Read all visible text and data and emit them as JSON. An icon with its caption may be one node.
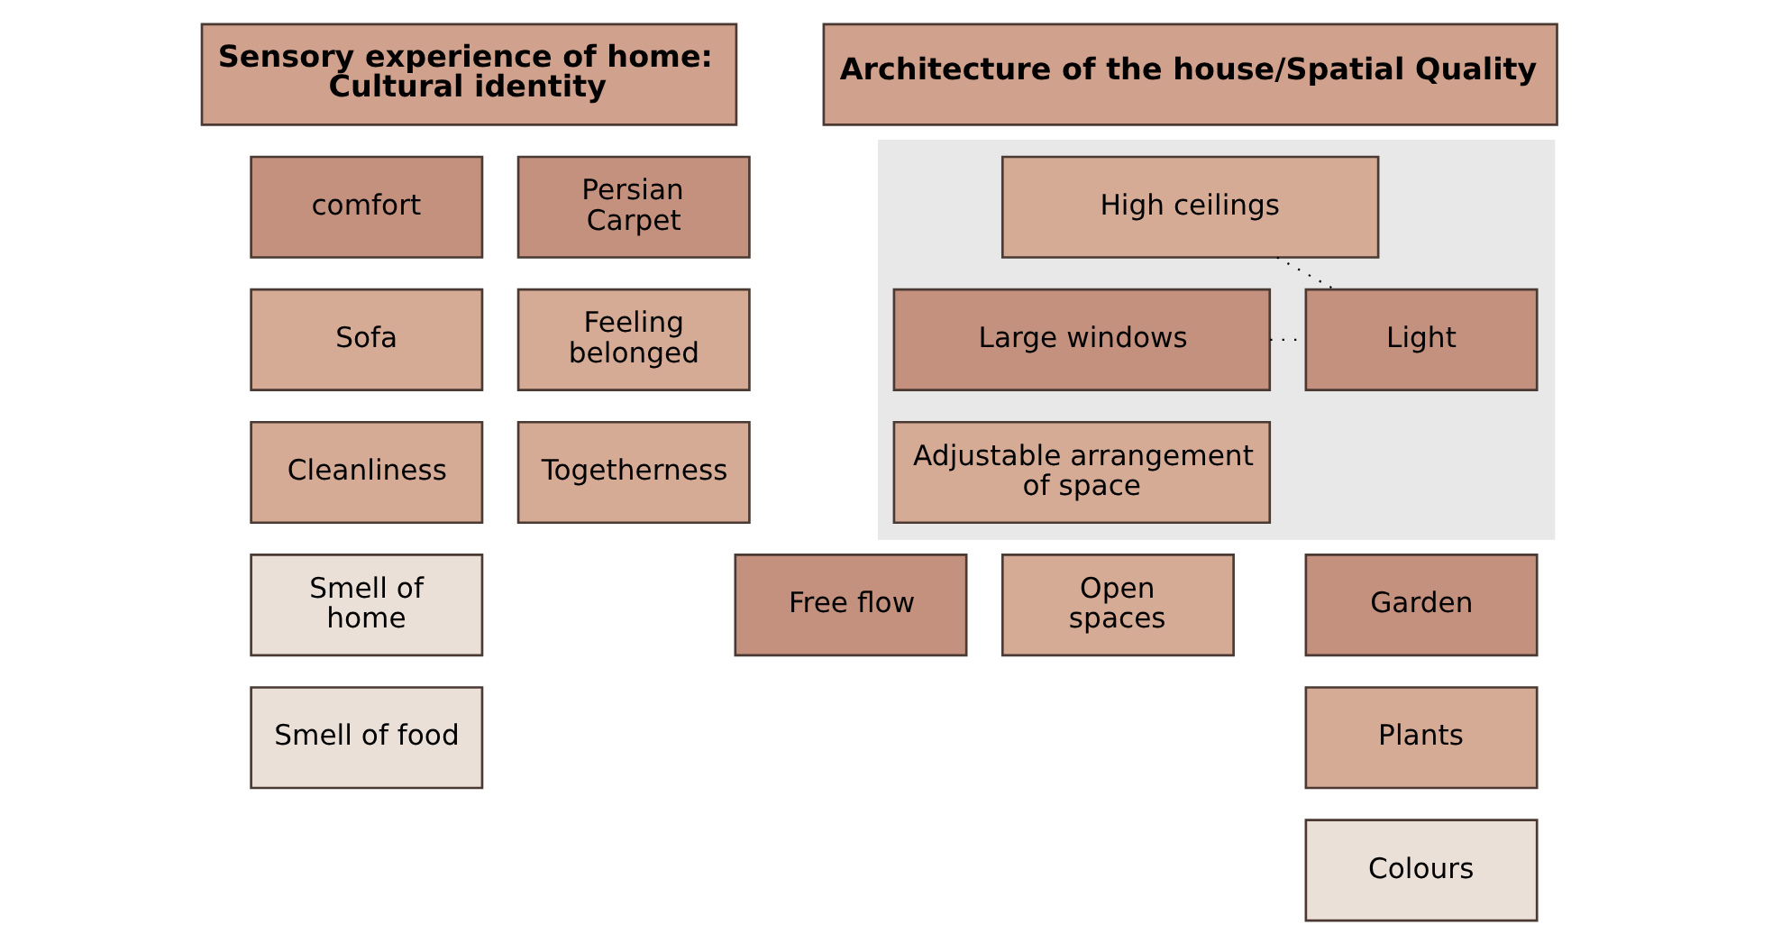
{
  "diagram": {
    "nodes": [
      {
        "text": [
          "Sensory experience of home: Cultural identity"
        ]
      },
      {
        "text": [
          "comfort"
        ]
      },
      {
        "text": [
          "Persian Carpet"
        ]
      },
      {
        "text": [
          "Sofa"
        ]
      },
      {
        "text": [
          "Feeling belonged"
        ]
      },
      {
        "text": [
          "Cleanliness"
        ]
      },
      {
        "text": [
          "Togetherness"
        ]
      },
      {
        "text": [
          "Smell of home"
        ]
      },
      {
        "text": [
          "Smell of food"
        ]
      },
      {
        "text": [
          "Architecture of the house/Spatial Quality"
        ]
      },
      {
        "text": [],
        "shape": "box"
      },
      {
        "text": [
          "High ceilings"
        ],
        "in": 10
      },
      {
        "text": [
          "Large windows"
        ],
        "in": 10
      },
      {
        "text": [
          "Light"
        ],
        "in": 10
      },
      {
        "text": [
          "Adjustable arrangement of space"
        ],
        "in": 10
      },
      {
        "text": [
          "Free flow"
        ]
      },
      {
        "text": [
          "Open spaces"
        ]
      },
      {
        "text": [
          "Garden"
        ]
      },
      {
        "text": [
          "Plants"
        ]
      },
      {
        "text": [
          "Colours"
        ]
      }
    ],
    "edges": [
      {
        "from": 11,
        "to": 13,
        "arrow": "none",
        "style": "dashed"
      },
      {
        "from": 12,
        "to": 13,
        "arrow": "none",
        "style": "dashed"
      }
    ]
  }
}
